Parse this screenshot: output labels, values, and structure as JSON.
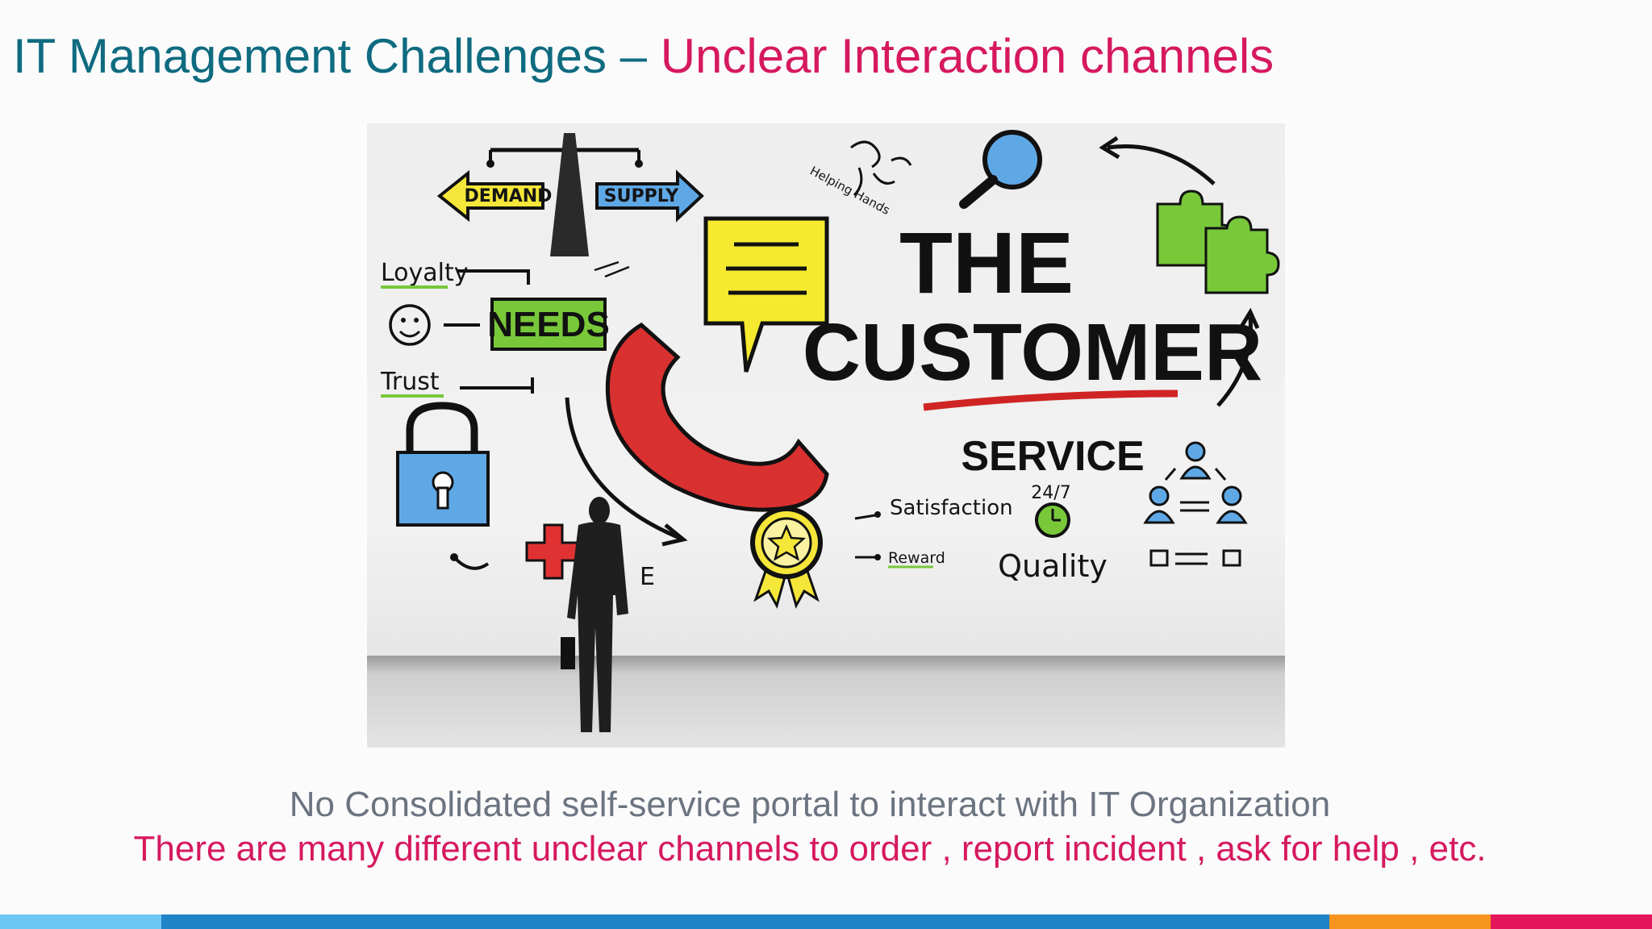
{
  "slide": {
    "title_main": "IT Management Challenges – ",
    "title_accent": "Unclear Interaction channels",
    "caption_line1": "No Consolidated self-service portal to interact with IT Organization",
    "caption_line2": "There are many different unclear channels to order , report incident , ask for help , etc."
  },
  "illustration": {
    "labels": {
      "demand": "DEMAND",
      "supply": "SUPPLY",
      "helping_hands": "Helping Hands",
      "loyalty": "Loyalty",
      "needs": "NEEDS",
      "trust": "Trust",
      "the": "THE",
      "customer": "CUSTOMER",
      "service": "SERVICE",
      "hours": "24/7",
      "satisfaction": "Satisfaction",
      "reward": "Reward",
      "quality": "Quality",
      "care_fragment": "E"
    },
    "icons": [
      "scale-icon",
      "magnifier-icon",
      "puzzle-icon",
      "speech-bubble-icon",
      "phone-icon",
      "smiley-icon",
      "lock-icon",
      "medal-icon",
      "clock-icon",
      "people-network-icon",
      "businessman-figure",
      "helping-hands-icon"
    ]
  },
  "colors": {
    "title_main": "#0f6b80",
    "title_accent": "#d6195e",
    "caption_gray": "#6b7480",
    "caption_pink": "#d6195e",
    "footer": [
      "#6ec6f5",
      "#1e83c7",
      "#f7941d",
      "#e3165b"
    ]
  }
}
